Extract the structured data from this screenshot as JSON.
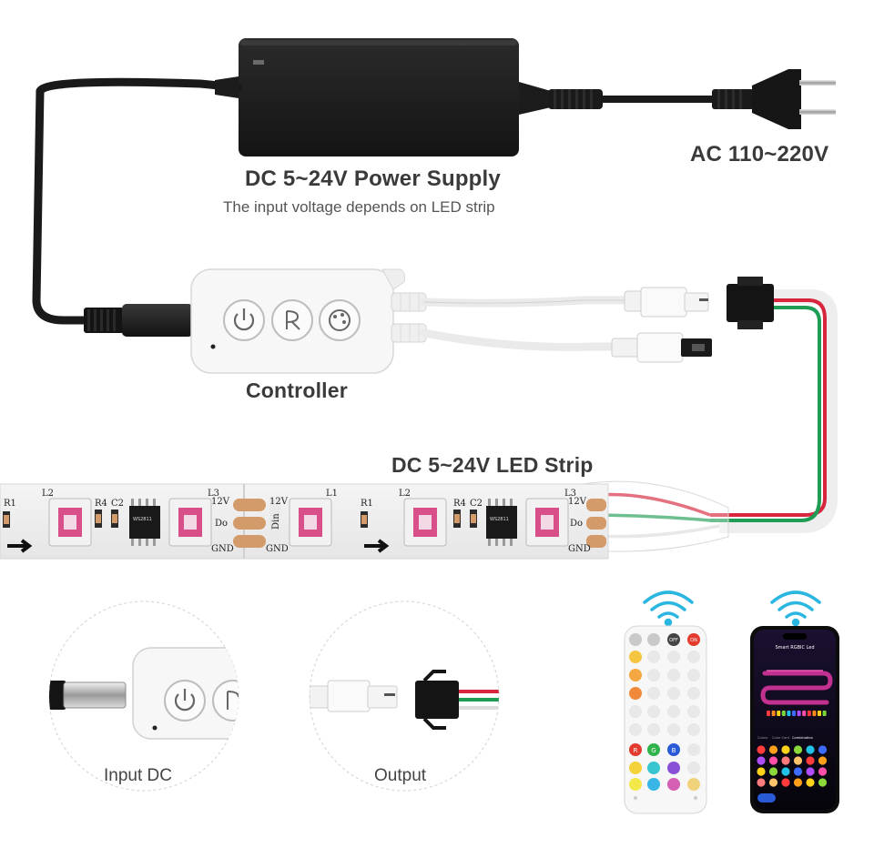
{
  "labels": {
    "power_supply_title": "DC 5~24V Power Supply",
    "power_supply_note": "The input voltage depends on LED strip",
    "ac_input": "AC 110~220V",
    "controller": "Controller",
    "led_strip": "DC 5~24V LED Strip",
    "input_dc": "Input DC",
    "output": "Output"
  },
  "strip_marks": {
    "r1": "R1",
    "l2": "L2",
    "r4": "R4",
    "c2": "C2",
    "l3": "L3",
    "v12": "12V",
    "do": "Do",
    "gnd": "GND",
    "din": "Din",
    "l1": "L1",
    "chip": "WS2811"
  },
  "controller_buttons": [
    "power-icon",
    "mode-icon",
    "palette-icon"
  ],
  "remote_keys": {
    "off": "OFF",
    "on": "ON",
    "r": "R",
    "g": "G",
    "b": "B"
  },
  "phone_app": {
    "title": "Smart RGBIC Led",
    "tabs": [
      "Colour",
      "Color Card",
      "Combination"
    ]
  },
  "colors": {
    "wire_red": "#d7263d",
    "wire_green": "#1f9d55",
    "wire_white": "#e6e6e6",
    "wifi": "#29b6e0",
    "led_pink": "#d94f8a",
    "copper": "#d39a6a"
  }
}
